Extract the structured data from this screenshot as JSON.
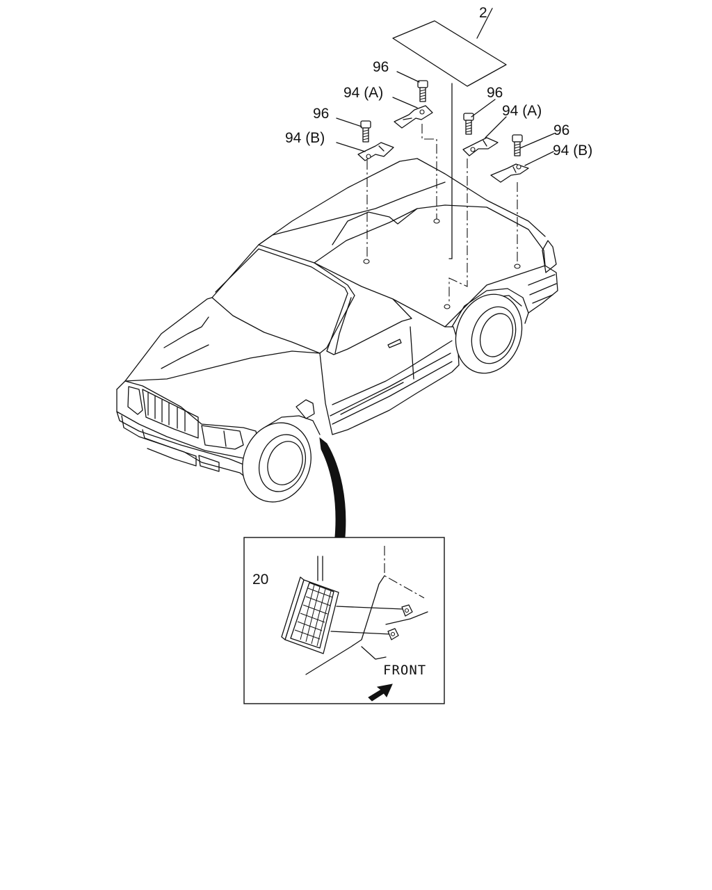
{
  "labels": {
    "p2": "2",
    "p96_a": "96",
    "p94a_left": "94 (A)",
    "p96_b": "96",
    "p94b_left": "94 (B)",
    "p96_c": "96",
    "p94a_right": "94 (A)",
    "p96_d": "96",
    "p94b_right": "94 (B)",
    "p20": "20",
    "front": "FRONT"
  },
  "colors": {
    "line": "#111111",
    "background": "#ffffff"
  }
}
